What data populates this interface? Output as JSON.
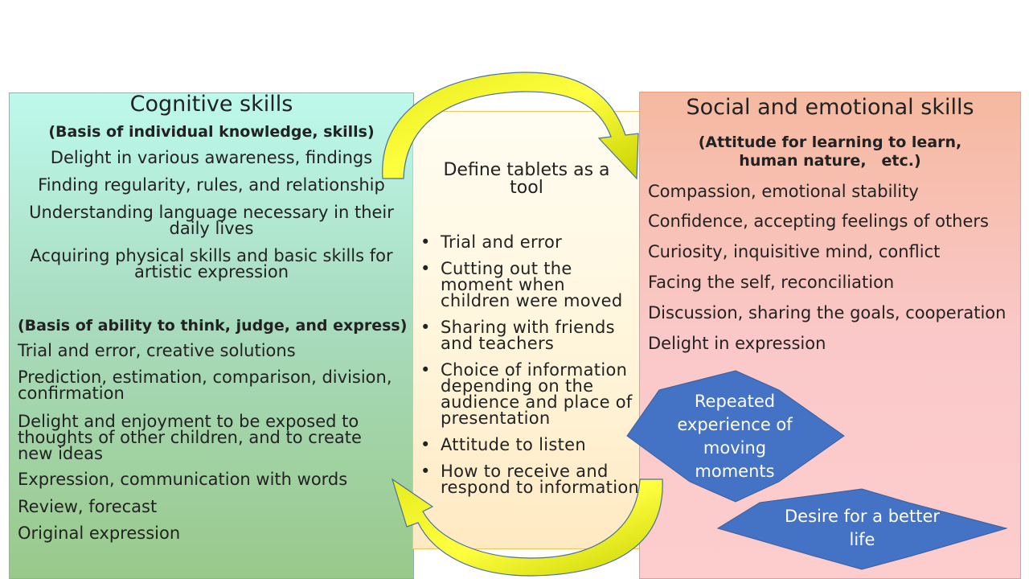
{
  "left": {
    "title": "Cognitive skills",
    "subtitle1": "(Basis of individual knowledge, skills)",
    "items1": [
      "Delight in various awareness, findings",
      "Finding regularity, rules, and relationship",
      "Understanding language necessary in their daily lives",
      "Acquiring physical skills and basic skills for artistic expression"
    ],
    "subtitle2": "(Basis of ability to think, judge, and express)",
    "items2": [
      "Trial and error, creative solutions",
      "Prediction, estimation, comparison, division, confirmation",
      "Delight and enjoyment to be exposed to thoughts of other children, and to create new ideas",
      "Expression, communication with words",
      "Review, forecast",
      "Original expression"
    ]
  },
  "middle": {
    "title": "Define tablets as a tool",
    "bullets": [
      "Trial and error",
      "Cutting out the moment when children were moved",
      "Sharing with friends and teachers",
      "Choice of information depending on the audience and place of presentation",
      "Attitude to listen",
      "How to receive and respond to information"
    ]
  },
  "right": {
    "title": "Social and emotional skills",
    "subtitle": "(Attitude for learning to learn, human nature,　etc.)",
    "items": [
      "Compassion, emotional stability",
      "Confidence, accepting feelings of others",
      "Curiosity, inquisitive mind, conflict",
      "Facing the self, reconciliation",
      "Discussion, sharing the goals, cooperation",
      "Delight in expression"
    ]
  },
  "shapes": {
    "star_text": "Repeated experience of moving moments",
    "banner_text": "Desire for a better life"
  },
  "colors": {
    "left_top": "#bdf9ec",
    "left_bottom": "#99c98a",
    "middle": "#fff4d8",
    "right_top": "#f5b9a0",
    "right_bottom": "#fdcdcd",
    "arrow": "#d4dc00",
    "shape_fill": "#4472c4"
  }
}
